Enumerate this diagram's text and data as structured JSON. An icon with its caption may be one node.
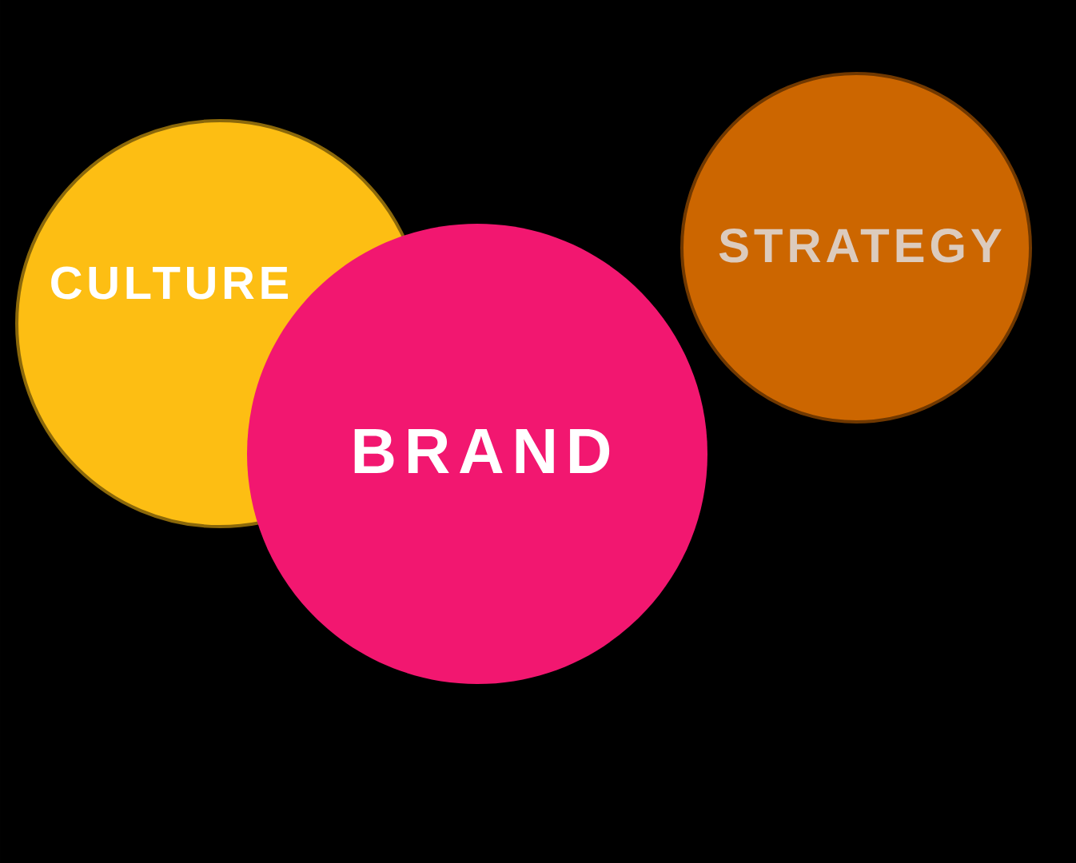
{
  "diagram": {
    "nodes": [
      {
        "text": [
          "CULTURE"
        ]
      },
      {
        "text": [
          "BRAND"
        ]
      },
      {
        "text": [
          "STRATEGY"
        ]
      }
    ]
  }
}
